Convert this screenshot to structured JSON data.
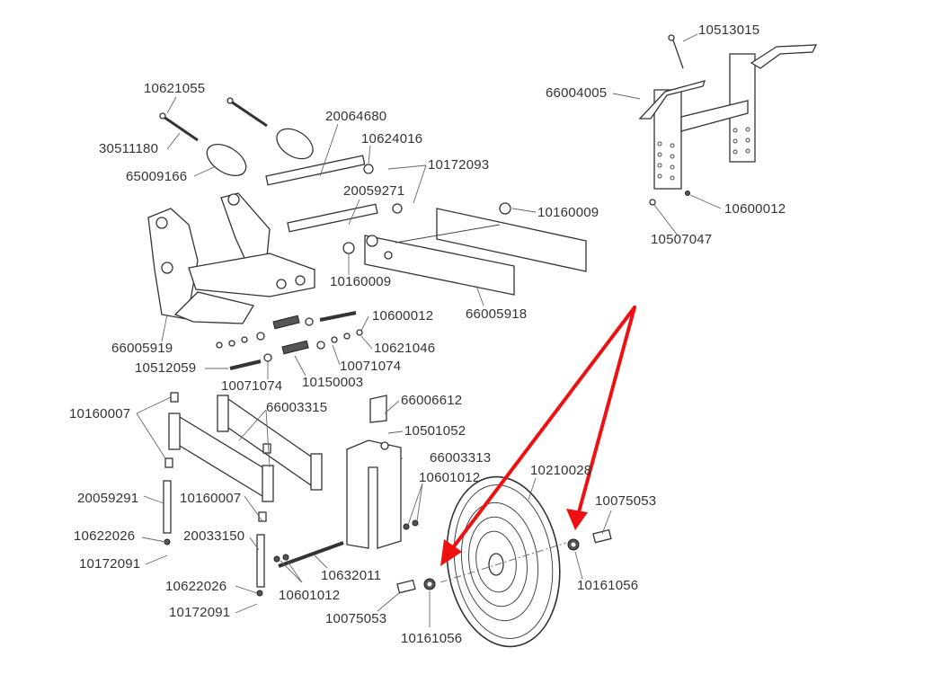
{
  "diagram": {
    "title": "Exploded parts diagram — wheel assembly",
    "highlight_color": "#ee1111",
    "highlight_target": "10161056",
    "callouts": {
      "p10513015": "10513015",
      "p66004005": "66004005",
      "p10600012a": "10600012",
      "p10507047": "10507047",
      "p10621055": "10621055",
      "p30511180": "30511180",
      "p65009166": "65009166",
      "p20064680": "20064680",
      "p10624016": "10624016",
      "p10172093": "10172093",
      "p20059271": "20059271",
      "p10160009a": "10160009",
      "p10160009b": "10160009",
      "p66005918": "66005918",
      "p66005919": "66005919",
      "p10600012b": "10600012",
      "p10621046": "10621046",
      "p10512059": "10512059",
      "p10071074a": "10071074",
      "p10071074b": "10071074",
      "p10150003": "10150003",
      "p10160007a": "10160007",
      "p66003315": "66003315",
      "p20059291": "20059291",
      "p10160007b": "10160007",
      "p10622026a": "10622026",
      "p10172091a": "10172091",
      "p20033150": "20033150",
      "p10622026b": "10622026",
      "p10172091b": "10172091",
      "p10601012a": "10601012",
      "p10632011": "10632011",
      "p66006612": "66006612",
      "p10501052": "10501052",
      "p66003313": "66003313",
      "p10601012b": "10601012",
      "p10210028": "10210028",
      "p10075053a": "10075053",
      "p10075053b": "10075053",
      "p10161056a": "10161056",
      "p10161056b": "10161056"
    }
  }
}
